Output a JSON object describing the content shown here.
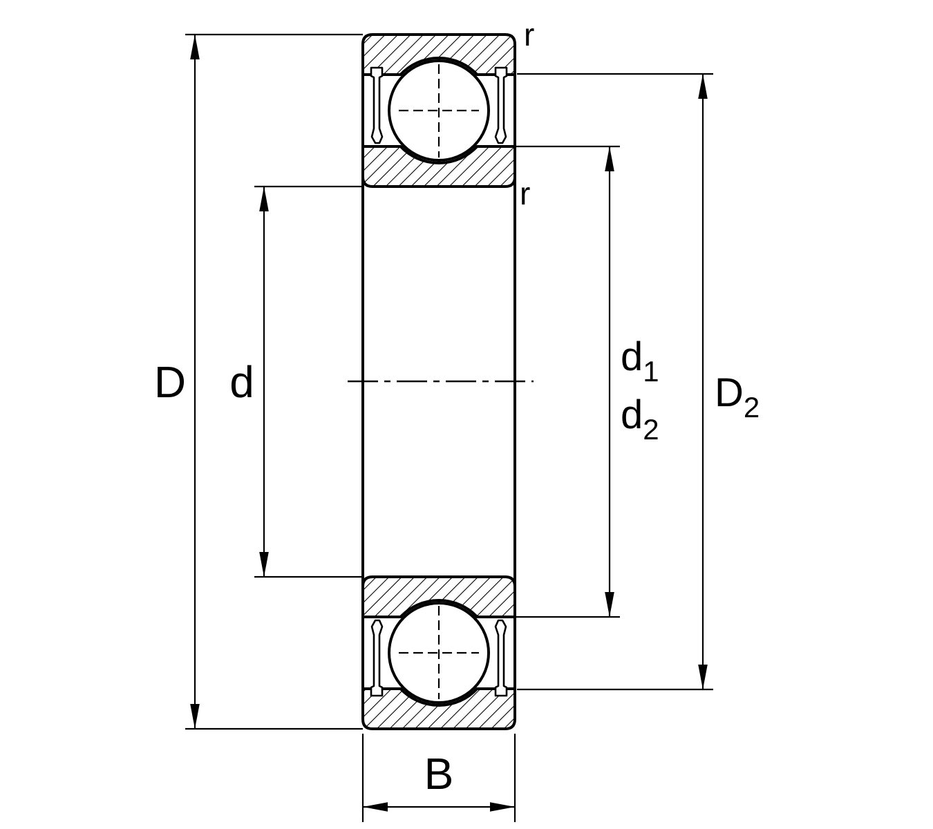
{
  "drawing": {
    "kind": "sealed deep groove ball bearing cross-section with dimension symbols",
    "colors": {
      "line": "#000000",
      "background": "#ffffff"
    },
    "labels": {
      "D": "D",
      "d": "d",
      "d1": {
        "base": "d",
        "sub": "1"
      },
      "d2": {
        "base": "d",
        "sub": "2"
      },
      "D2": {
        "base": "D",
        "sub": "2"
      },
      "B": "B",
      "r_outer": "r",
      "r_inner": "r"
    }
  }
}
